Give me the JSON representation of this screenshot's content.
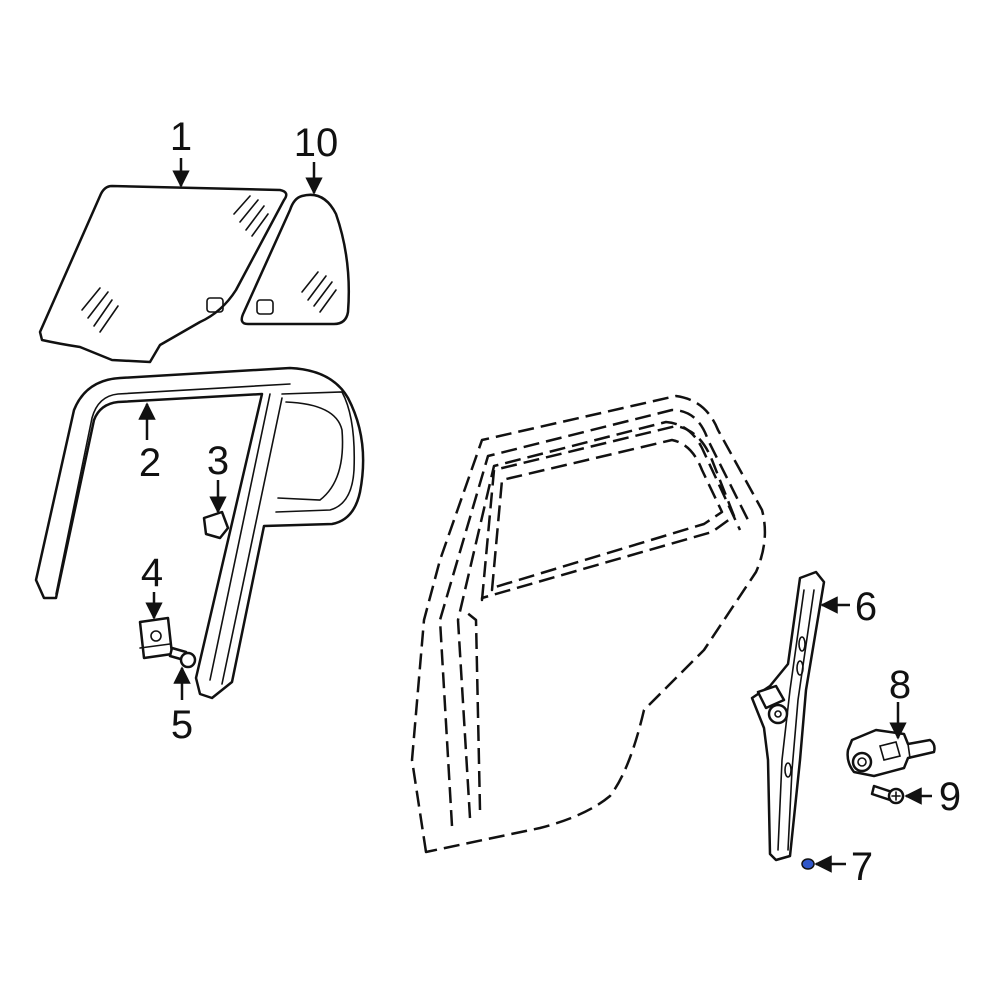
{
  "diagram": {
    "background_color": "#ffffff",
    "line_color": "#111111",
    "highlight_color": "#2f56c9",
    "callouts": [
      {
        "id": "1",
        "label": "1"
      },
      {
        "id": "2",
        "label": "2"
      },
      {
        "id": "3",
        "label": "3"
      },
      {
        "id": "4",
        "label": "4"
      },
      {
        "id": "5",
        "label": "5"
      },
      {
        "id": "6",
        "label": "6"
      },
      {
        "id": "7",
        "label": "7"
      },
      {
        "id": "8",
        "label": "8"
      },
      {
        "id": "9",
        "label": "9"
      },
      {
        "id": "10",
        "label": "10"
      }
    ],
    "highlighted_part": "7"
  }
}
